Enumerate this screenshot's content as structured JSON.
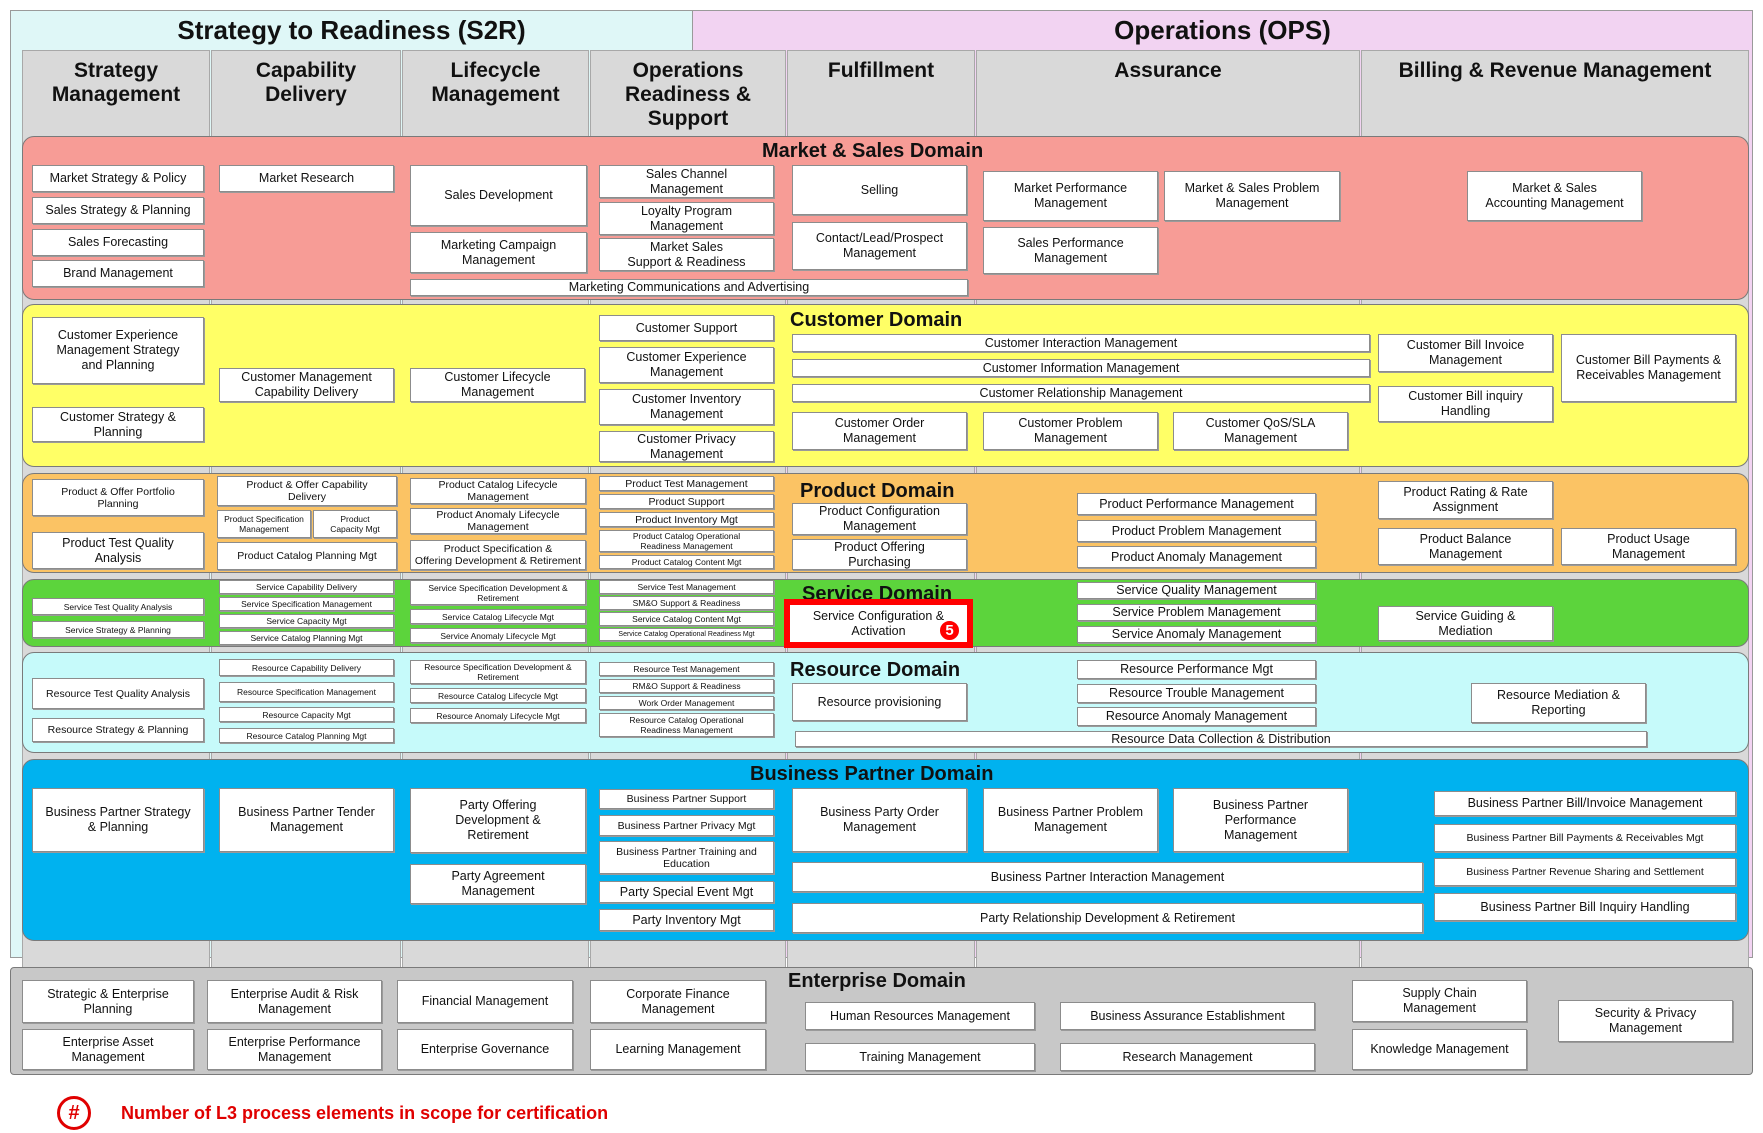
{
  "regions": {
    "s2r": "Strategy to Readiness (S2R)",
    "ops": "Operations (OPS)"
  },
  "columns": {
    "strategy": "Strategy\nManagement",
    "capability": "Capability\nDelivery",
    "lifecycle": "Lifecycle\nManagement",
    "opsready": "Operations\nReadiness &\nSupport",
    "fulfillment": "Fulfillment",
    "assurance": "Assurance",
    "billing": "Billing & Revenue Management"
  },
  "domains": {
    "market": "Market & Sales Domain",
    "customer": "Customer Domain",
    "product": "Product Domain",
    "service": "Service Domain",
    "resource": "Resource Domain",
    "partner": "Business Partner Domain",
    "enterprise": "Enterprise Domain"
  },
  "colors": {
    "s2r_bg": "#dff7f7",
    "ops_bg": "#f2d3f2",
    "market": "#f79c96",
    "customer": "#ffff66",
    "product": "#fbc364",
    "service": "#5cd43c",
    "resource": "#c6fafa",
    "partner": "#00b2ef",
    "enterprise": "#c8c8c8",
    "highlight": "#ff0000"
  },
  "market": {
    "strategy_policy": "Market Strategy & Policy",
    "sales_strategy": "Sales Strategy & Planning",
    "sales_forecasting": "Sales Forecasting",
    "brand": "Brand Management",
    "research": "Market Research",
    "sales_dev": "Sales Development",
    "campaign": "Marketing Campaign\nManagement",
    "channel": "Sales Channel\nManagement",
    "loyalty": "Loyalty Program\nManagement",
    "sales_support": "Market Sales\nSupport & Readiness",
    "comms": "Marketing Communications and Advertising",
    "selling": "Selling",
    "contact": "Contact/Lead/Prospect\nManagement",
    "performance": "Market Performance\nManagement",
    "sales_perf": "Sales Performance\nManagement",
    "problem": "Market & Sales Problem\nManagement",
    "accounting": "Market & Sales\nAccounting  Management"
  },
  "customer": {
    "cx_strategy": "Customer Experience\nManagement Strategy\nand Planning",
    "strategy": "Customer Strategy &\nPlanning",
    "capability": "Customer Management\nCapability Delivery",
    "lifecycle": "Customer Lifecycle\nManagement",
    "support": "Customer Support",
    "cx_mgmt": "Customer Experience\nManagement",
    "inventory": "Customer Inventory\nManagement",
    "privacy": "Customer Privacy\nManagement",
    "interaction": "Customer Interaction Management",
    "information": "Customer Information Management",
    "relationship": "Customer Relationship Management",
    "order": "Customer Order\nManagement",
    "problem": "Customer Problem\nManagement",
    "qos": "Customer QoS/SLA\nManagement",
    "invoice": "Customer Bill Invoice\nManagement",
    "inquiry": "Customer Bill inquiry\nHandling",
    "payments": "Customer Bill Payments &\nReceivables Management"
  },
  "product": {
    "portfolio": "Product & Offer Portfolio\nPlanning",
    "test_quality": "Product Test Quality\nAnalysis",
    "capability": "Product & Offer Capability\nDelivery",
    "spec": "Product Specification\nManagement",
    "capacity": "Product\nCapacity Mgt",
    "catalog_planning": "Product Catalog Planning Mgt",
    "catalog_lifecycle": "Product Catalog Lifecycle Management",
    "anomaly_lifecycle": "Product Anomaly Lifecycle Management",
    "spec_dev": "Product Specification &\nOffering Development & Retirement",
    "test_mgmt": "Product Test Management",
    "support": "Product Support",
    "inventory": "Product Inventory Mgt",
    "catalog_ops": "Product Catalog Operational\nReadiness Management",
    "catalog_content": "Product Catalog Content Mgt",
    "configuration": "Product Configuration\nManagement",
    "purchasing": "Product Offering\nPurchasing",
    "performance": "Product Performance Management",
    "problem": "Product Problem Management",
    "anomaly": "Product Anomaly Management",
    "rating": "Product Rating & Rate\nAssignment",
    "balance": "Product Balance\nManagement",
    "usage": "Product Usage\nManagement"
  },
  "service": {
    "test_quality": "Service Test Quality Analysis",
    "strategy": "Service Strategy & Planning",
    "cap_delivery": "Service Capability Delivery",
    "spec_mgmt": "Service Specification Management",
    "capacity": "Service Capacity Mgt",
    "catalog_planning": "Service Catalog Planning Mgt",
    "spec_dev": "Service Specification Development &\nRetirement",
    "catalog_lifecycle": "Service Catalog Lifecycle Mgt",
    "anomaly_lifecycle": "Service Anomaly Lifecycle Mgt",
    "test_mgmt": "Service Test Management",
    "smo": "SM&O Support & Readiness",
    "catalog_content": "Service Catalog Content Mgt",
    "catalog_ops": "Service Catalog Operational Readiness Mgt",
    "configuration": "Service Configuration &\nActivation",
    "configuration_badge": "5",
    "quality": "Service Quality Management",
    "problem": "Service Problem Management",
    "anomaly": "Service Anomaly Management",
    "guiding": "Service Guiding &\nMediation"
  },
  "resource": {
    "test_quality": "Resource Test Quality Analysis",
    "strategy": "Resource Strategy & Planning",
    "cap_delivery": "Resource Capability Delivery",
    "spec_mgmt": "Resource Specification Management",
    "capacity": "Resource Capacity Mgt",
    "catalog_planning": "Resource Catalog Planning Mgt",
    "spec_dev": "Resource Specification Development &\nRetirement",
    "catalog_lifecycle": "Resource Catalog Lifecycle Mgt",
    "anomaly_lifecycle": "Resource Anomaly Lifecycle Mgt",
    "test_mgmt": "Resource Test Management",
    "rmo": "RM&O Support & Readiness",
    "work_order": "Work Order Management",
    "catalog_ops": "Resource Catalog Operational\nReadiness Management",
    "provisioning": "Resource provisioning",
    "performance": "Resource Performance Mgt",
    "trouble": "Resource Trouble Management",
    "anomaly": "Resource Anomaly Management",
    "data_collection": "Resource Data Collection & Distribution",
    "mediation": "Resource Mediation &\nReporting"
  },
  "partner": {
    "strategy": "Business Partner Strategy\n& Planning",
    "tender": "Business Partner Tender\nManagement",
    "offering_dev": "Party Offering\nDevelopment &\nRetirement",
    "agreement": "Party Agreement\nManagement",
    "support": "Business Partner Support",
    "privacy": "Business Partner Privacy Mgt",
    "training": "Business Partner Training and\nEducation",
    "special_event": "Party Special Event Mgt",
    "inventory": "Party Inventory Mgt",
    "order": "Business Party Order\nManagement",
    "problem": "Business Partner Problem\nManagement",
    "performance": "Business Partner\nPerformance\nManagement",
    "interaction": "Business Partner Interaction Management",
    "relationship": "Party Relationship Development & Retirement",
    "bill_invoice": "Business Partner Bill/Invoice Management",
    "bill_payments": "Business Partner Bill Payments & Receivables Mgt",
    "revenue_sharing": "Business Partner Revenue Sharing and Settlement",
    "bill_inquiry": "Business Partner Bill Inquiry Handling"
  },
  "enterprise": {
    "strategic_planning": "Strategic & Enterprise\nPlanning",
    "asset": "Enterprise Asset\nManagement",
    "audit": "Enterprise Audit & Risk\nManagement",
    "performance": "Enterprise Performance\nManagement",
    "financial": "Financial Management",
    "governance": "Enterprise Governance",
    "corp_finance": "Corporate Finance\nManagement",
    "learning": "Learning Management",
    "hr": "Human Resources Management",
    "training": "Training Management",
    "assurance": "Business Assurance Establishment",
    "research": "Research Management",
    "supply_chain": "Supply Chain\nManagement",
    "knowledge": "Knowledge Management",
    "security": "Security & Privacy\nManagement"
  },
  "legend": {
    "symbol": "#",
    "text": "Number of L3 process elements in scope for certification"
  }
}
